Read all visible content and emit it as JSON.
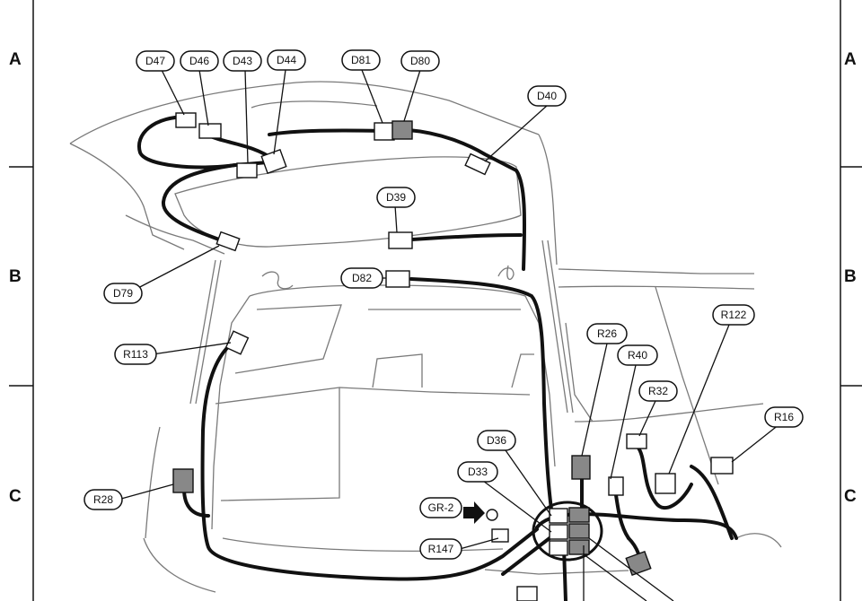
{
  "grid_rows": {
    "left": [
      "A",
      "B",
      "C"
    ],
    "right": [
      "A",
      "B",
      "C"
    ]
  },
  "labels": {
    "d47": "D47",
    "d46": "D46",
    "d43": "D43",
    "d44": "D44",
    "d81": "D81",
    "d80": "D80",
    "d40": "D40",
    "d39": "D39",
    "d79": "D79",
    "d82": "D82",
    "r113": "R113",
    "r26": "R26",
    "r40": "R40",
    "r122": "R122",
    "r32": "R32",
    "r16": "R16",
    "d36": "D36",
    "d33": "D33",
    "gr2": "GR-2",
    "r147": "R147",
    "r28": "R28"
  },
  "colors": {
    "harness": "#111111",
    "body_lines": "#7a7a7a",
    "connector_dark": "#888888",
    "label_border": "#111111"
  }
}
